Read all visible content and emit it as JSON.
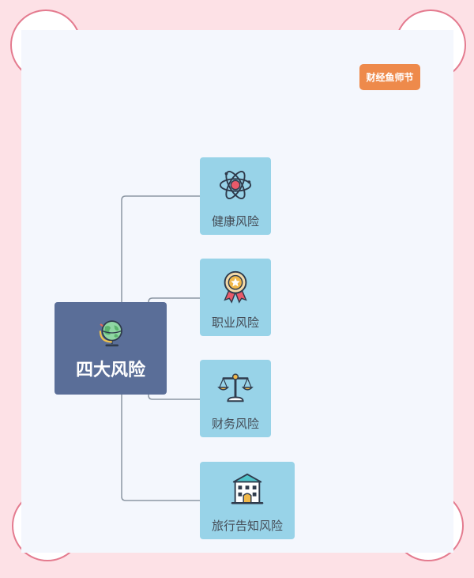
{
  "badge": {
    "label": "财经鱼师节"
  },
  "mindmap": {
    "root": {
      "label": "四大风险",
      "icon": "globe-icon"
    },
    "branches": [
      {
        "label": "健康风险",
        "icon": "atom-icon"
      },
      {
        "label": "职业风险",
        "icon": "medal-icon"
      },
      {
        "label": "财务风险",
        "icon": "scales-icon"
      },
      {
        "label": "旅行告知风险",
        "icon": "building-icon"
      }
    ]
  },
  "colors": {
    "page_background": "#fde1e6",
    "canvas": "#f4f7fd",
    "root_node": "#5a6e98",
    "branch_node": "#98d3e8",
    "badge": "#ee8a4b",
    "connector": "#8c97a3"
  }
}
